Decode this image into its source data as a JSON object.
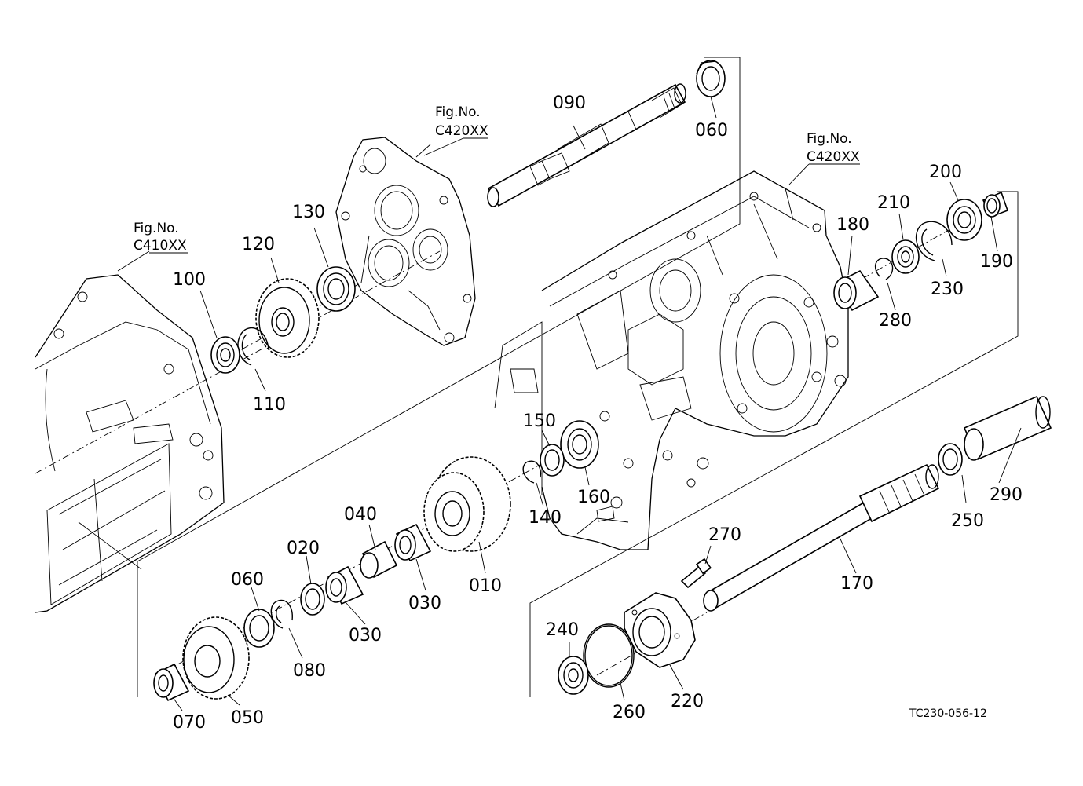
{
  "figure_code": "TC230-056-12",
  "fig_refs": [
    {
      "id": "fig-ref-c410xx",
      "line1": "Fig.No.",
      "line2": "C410XX"
    },
    {
      "id": "fig-ref-c420xx-upper",
      "line1": "Fig.No.",
      "line2": "C420XX"
    },
    {
      "id": "fig-ref-c420xx-right",
      "line1": "Fig.No.",
      "line2": "C420XX"
    }
  ],
  "part_labels": {
    "p010": "010",
    "p020": "020",
    "p030a": "030",
    "p030b": "030",
    "p040": "040",
    "p050": "050",
    "p060a": "060",
    "p060b": "060",
    "p070": "070",
    "p080": "080",
    "p090": "090",
    "p100": "100",
    "p110": "110",
    "p120": "120",
    "p130": "130",
    "p140": "140",
    "p150": "150",
    "p160": "160",
    "p170": "170",
    "p180": "180",
    "p190": "190",
    "p200": "200",
    "p210": "210",
    "p220": "220",
    "p230": "230",
    "p240": "240",
    "p250": "250",
    "p260": "260",
    "p270": "270",
    "p280": "280",
    "p290": "290"
  }
}
